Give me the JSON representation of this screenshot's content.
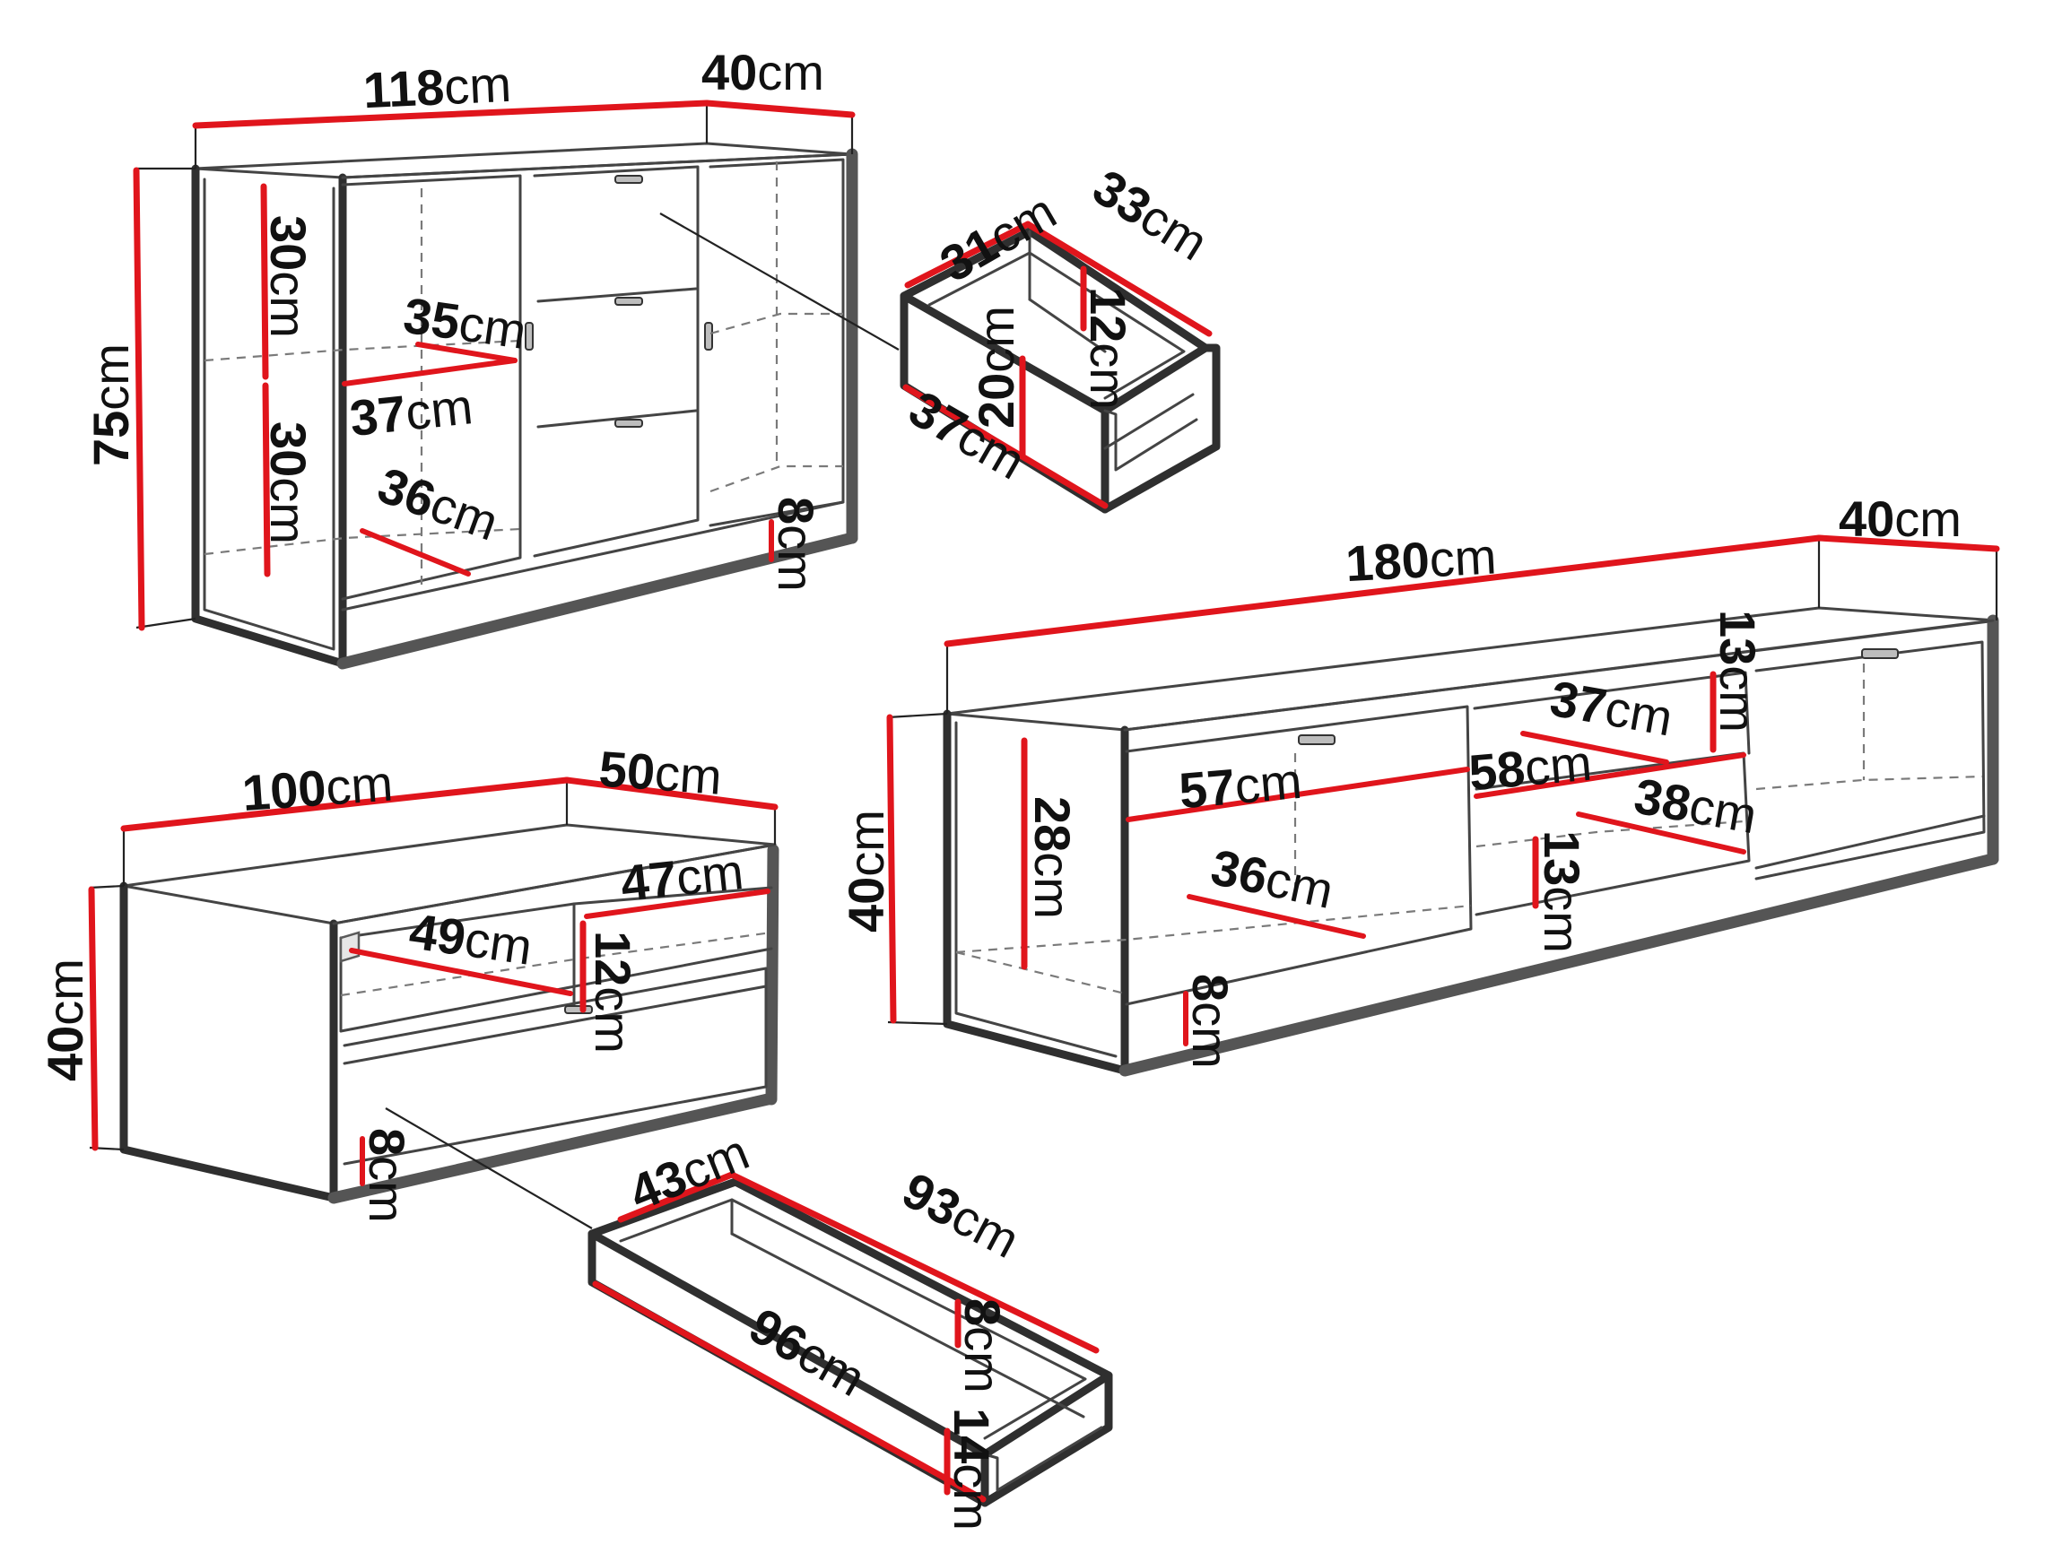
{
  "sideboard": {
    "width": "118",
    "depth": "40",
    "height": "75",
    "shelf_height_top": "30",
    "shelf_height_bottom": "30",
    "shelf_width": "35",
    "shelf_depth": "37",
    "bottom_depth": "36",
    "plinth": "8"
  },
  "sideboard_drawer": {
    "inner_width": "31",
    "inner_depth": "33",
    "inner_height": "12",
    "front_height": "20",
    "front_width": "37"
  },
  "tv_unit": {
    "width": "180",
    "depth": "40",
    "height": "40",
    "top_gap": "13",
    "inner_depth": "37",
    "left_width": "57",
    "middle_width": "58",
    "left_height": "28",
    "left_depth": "36",
    "shelf_depth": "38",
    "lower_gap": "13",
    "plinth": "8"
  },
  "coffee_table": {
    "width": "100",
    "depth": "50",
    "height": "40",
    "shelf_depth": "47",
    "shelf_width": "49",
    "shelf_height": "12",
    "plinth": "8"
  },
  "table_drawer": {
    "inner_width": "43",
    "inner_depth": "93",
    "inner_height": "8",
    "front_width": "96",
    "front_height": "14"
  },
  "unit": "cm",
  "colors": {
    "dimension_line": "#e0151c",
    "outline": "#444444",
    "text": "#111111"
  }
}
